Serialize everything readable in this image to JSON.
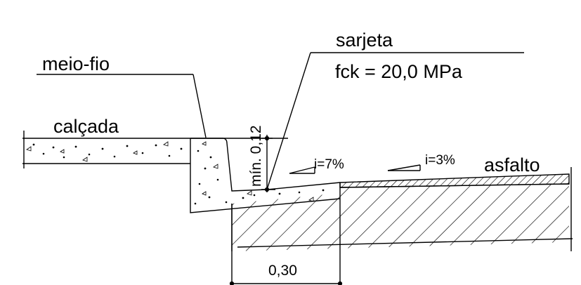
{
  "labels": {
    "sarjeta": "sarjeta",
    "fck": "fck = 20,0 MPa",
    "meio_fio": "meio-fio",
    "calcada": "calçada",
    "min_depth": "mín. 0,12",
    "slope_gutter": "i=7%",
    "slope_road": "i=3%",
    "asfalto": "asfalto",
    "width": "0,30"
  },
  "colors": {
    "line": "#000000",
    "background": "#ffffff"
  }
}
